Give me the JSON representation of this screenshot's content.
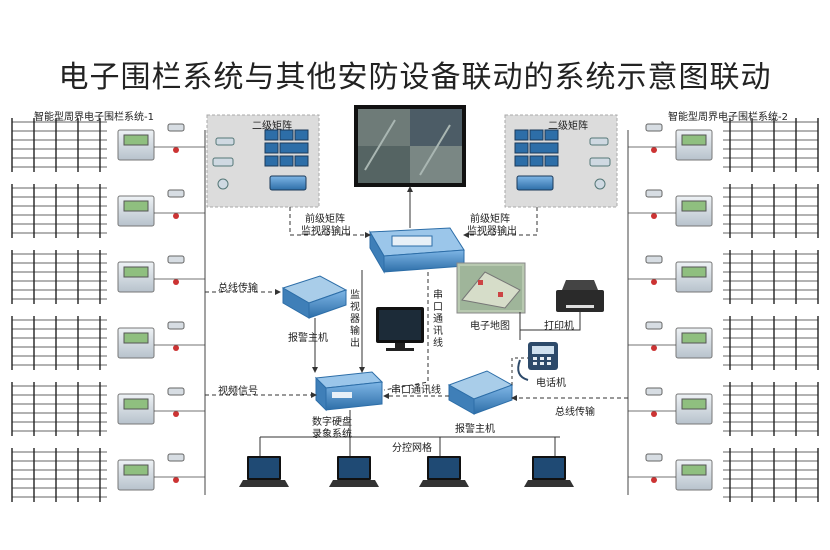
{
  "title": "电子围栏系统与其他安防设备联动的系统示意图联动",
  "labels": {
    "system_left": "智能型周界电子围栏系统-1",
    "system_right": "智能型周界电子围栏系统-2",
    "matrix_left": "二级矩阵",
    "matrix_right": "二级矩阵",
    "front_matrix_left_1": "前级矩阵",
    "front_matrix_left_2": "监视器输出",
    "front_matrix_right_1": "前级矩阵",
    "front_matrix_right_2": "监视器输出",
    "bus_left": "总线传输",
    "bus_right": "总线传输",
    "alarm_host_left": "报警主机",
    "alarm_host_right": "报警主机",
    "monitor_output_vertical": "监视器输出",
    "serial_line_vertical": "串口通讯线",
    "serial_line_horizontal": "串口通讯线",
    "emap": "电子地图",
    "printer": "打印机",
    "phone": "电话机",
    "video_signal": "视频信号",
    "dvr_1": "数字硬盘",
    "dvr_2": "录象系统",
    "sub_network": "分控网格"
  },
  "colors": {
    "line": "#333333",
    "panel_bg": "#dcdcdc",
    "device_blue": "#4a8fc9",
    "device_dark": "#2d6ea8",
    "wall_screen": "#1b2a3a"
  }
}
